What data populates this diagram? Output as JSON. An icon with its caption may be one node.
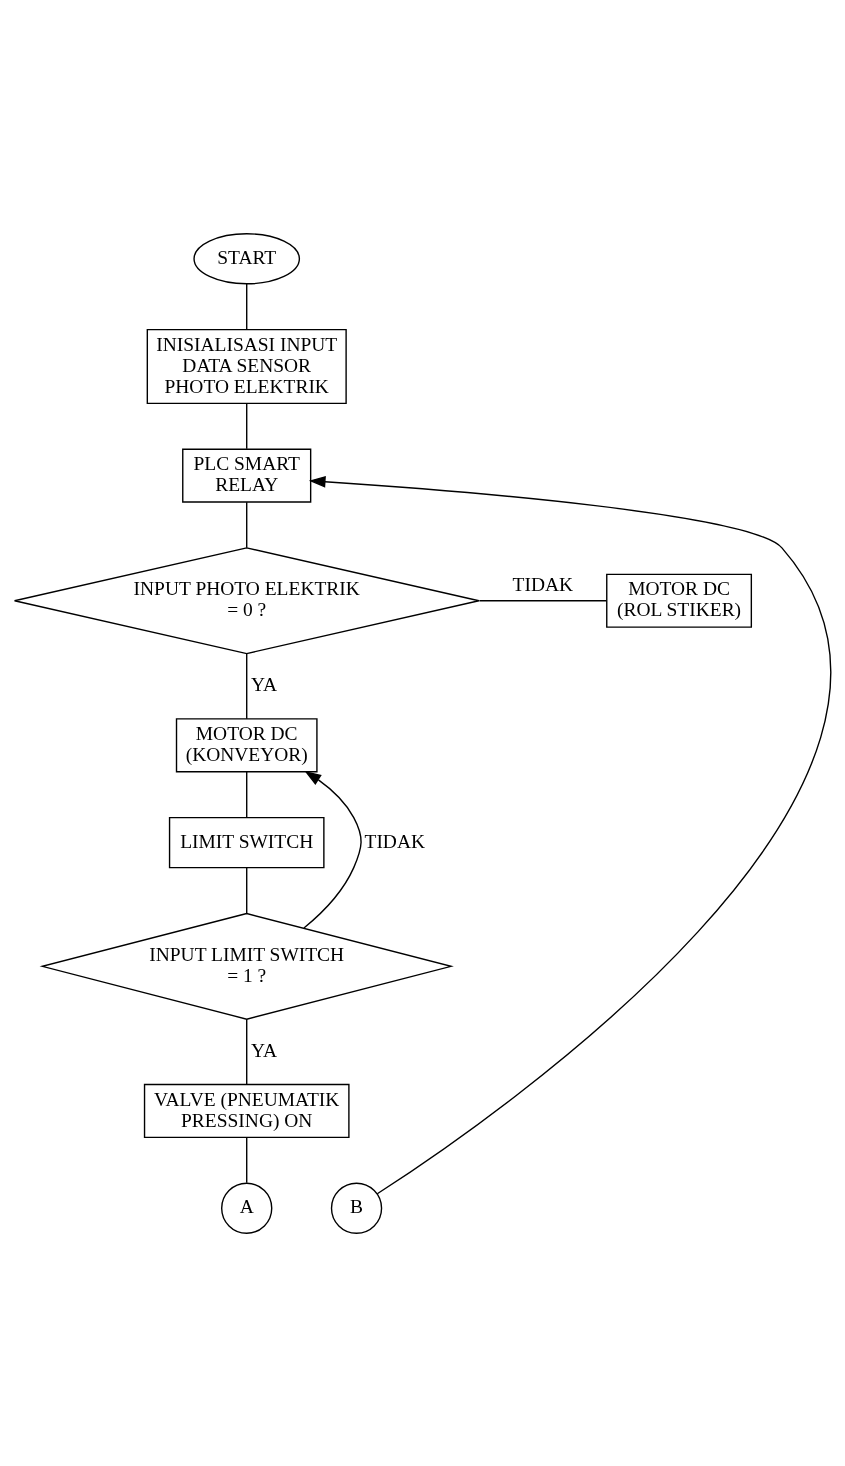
{
  "diagram": {
    "nodes": [
      {
        "text": [
          "START"
        ]
      },
      {
        "text": [
          "INISIALISASI INPUT DATA SENSOR PHOTO ELEKTRIK"
        ]
      },
      {
        "text": [
          "PLC SMART RELAY"
        ]
      },
      {
        "text": [
          "INPUT PHOTO ELEKTRIK = 0 ?"
        ]
      },
      {
        "text": [
          "MOTOR DC (ROL STIKER)"
        ]
      },
      {
        "text": [
          "MOTOR DC (KONVEYOR)"
        ]
      },
      {
        "text": [
          "LIMIT SWITCH"
        ]
      },
      {
        "text": [
          "INPUT LIMIT SWITCH = 1 ?"
        ]
      },
      {
        "text": [
          "VALVE (PNEUMATIK PRESSING) ON"
        ]
      },
      {
        "text": [
          "A"
        ]
      },
      {
        "text": [
          "B"
        ]
      }
    ],
    "edges": [
      {
        "from": 0,
        "to": 1,
        "arrow": "none"
      },
      {
        "from": 1,
        "to": 2,
        "arrow": "none"
      },
      {
        "from": 10,
        "to": 2,
        "arrow": "to"
      },
      {
        "from": 2,
        "to": 3,
        "arrow": "none"
      },
      {
        "from": 3,
        "to": 4,
        "arrow": "none",
        "label": "TIDAK"
      },
      {
        "from": 3,
        "to": 5,
        "arrow": "none",
        "label": "YA"
      },
      {
        "from": 5,
        "to": 6,
        "arrow": "none"
      },
      {
        "from": 6,
        "to": 7,
        "arrow": "none"
      },
      {
        "from": 7,
        "to": 5,
        "arrow": "to",
        "label": "TIDAK"
      },
      {
        "from": 7,
        "to": 8,
        "arrow": "none",
        "label": "YA"
      },
      {
        "from": 8,
        "to": 9,
        "arrow": "none"
      }
    ]
  }
}
